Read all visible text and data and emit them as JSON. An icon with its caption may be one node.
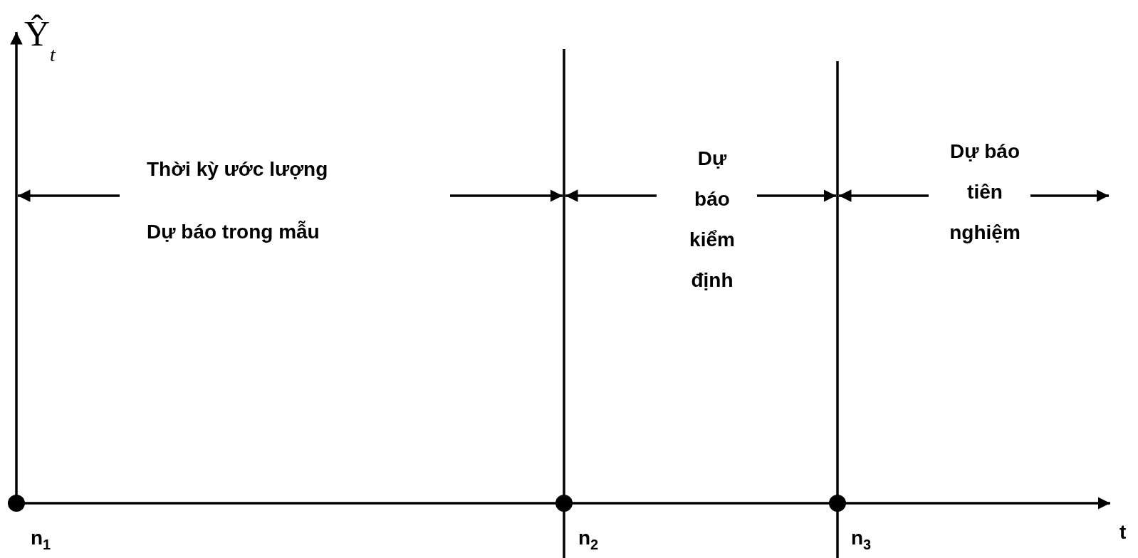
{
  "diagram": {
    "labels": [
      "Ŷ$_{t}$",
      "Thời kỳ ước lượng",
      "Dự báo trong mẫu",
      "Dự báo kiểm định",
      "Dự báo tiên nghiệm",
      "n$_{1}$",
      "n$_{2}$",
      "n$_{3}$",
      "t"
    ]
  }
}
